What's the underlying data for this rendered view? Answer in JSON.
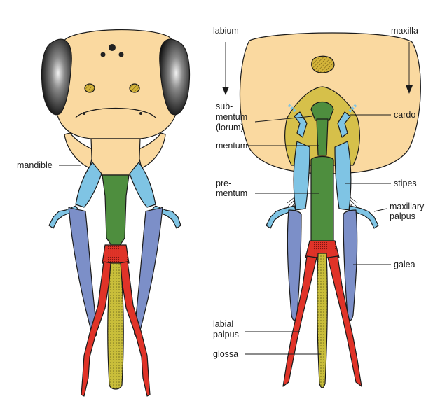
{
  "colors": {
    "head": "#FAD9A0",
    "eye_dark": "#111111",
    "ocelli": "#222222",
    "antenna_socket": "#D4B43A",
    "mandible": "#FAD9A0",
    "stipes": "#7FC4E4",
    "galea": "#7C8FC8",
    "mentum": "#4E8E3E",
    "labial_palpus": "#E03328",
    "glossa": "#C9BE3A",
    "cardo_region": "#D6C04A"
  },
  "labels": {
    "labium": "labium",
    "maxilla": "maxilla",
    "mandible": "mandible",
    "submentum": [
      "sub-",
      "mentum",
      "(lorum)"
    ],
    "mentum": "mentum",
    "prementum": [
      "pre-",
      "mentum"
    ],
    "cardo": "cardo",
    "stipes": "stipes",
    "maxillary_palpus": [
      "maxillary",
      "palpus"
    ],
    "galea": "galea",
    "labial_palpus": [
      "labial",
      "palpus"
    ],
    "glossa": "glossa"
  },
  "icons": {
    "arrow_labium": "arrow-down-icon",
    "arrow_maxilla": "arrow-down-icon"
  }
}
